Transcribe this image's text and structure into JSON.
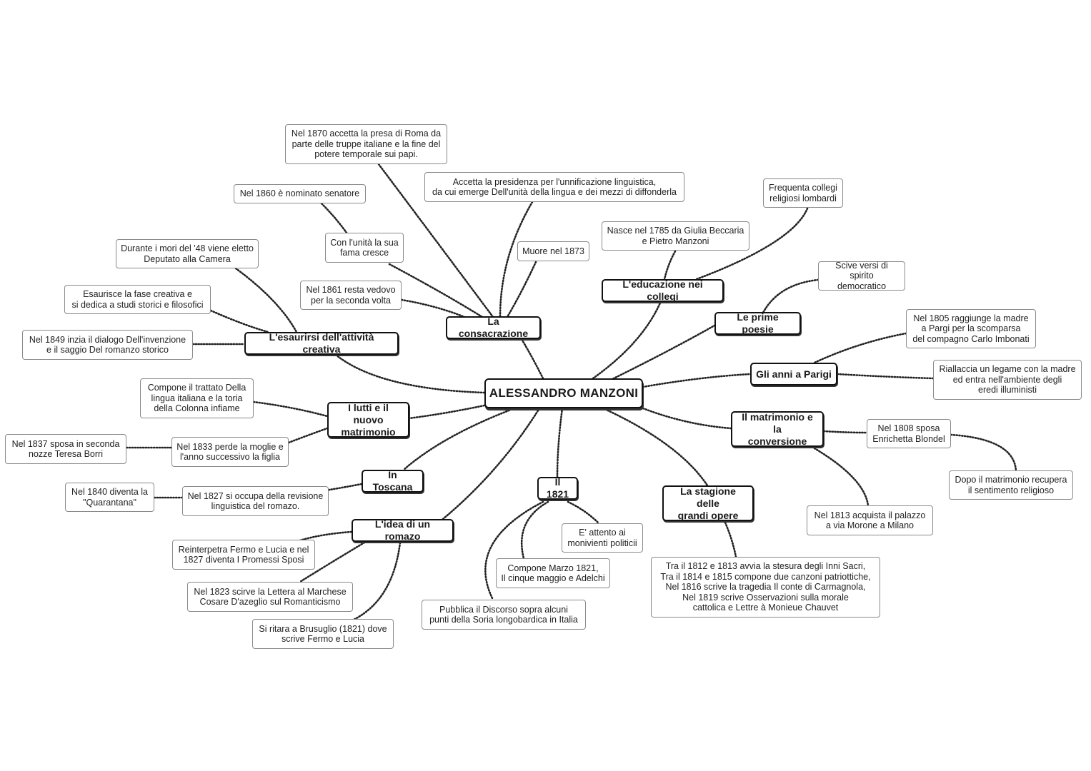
{
  "root": "ALESSANDRO MANZONI",
  "branches": {
    "educazione": "L'educazione nei collegi",
    "prime_poesie": "Le prime poesie",
    "parigi": "Gli anni a Parigi",
    "matrimonio": "Il matrimonio e la\nconversione",
    "stagione": "La stagione delle\ngrandi opere",
    "anno_1821": "Il 1821",
    "idea": "L'idea di un romazo",
    "toscana": "In Toscana",
    "lutti": "I lutti e il nuovo\nmatrimonio",
    "esaurirsi": "L'esaurirsi dell'attività creativa",
    "consacrazione": "La consacrazione"
  },
  "leaves": {
    "nasce": "Nasce nel 1785 da Giulia Beccaria\ne Pietro Manzoni",
    "collegi": "Frequenta collegi\nreligiosi lombardi",
    "versi": "Scive versi di spirito\ndemocratico",
    "madre_parigi": "Nel 1805 raggiunge la madre\na Pargi per la scomparsa\ndel compagno Carlo Imbonati",
    "legame": "Riallaccia un legame con la madre\ned entra nell'ambiente degli\neredi illuministi",
    "sposa_1808": "Nel 1808 sposa\nEnrichetta Blondel",
    "sentimento": "Dopo il matrimonio recupera\nil sentimento religioso",
    "palazzo": "Nel 1813 acquista il palazzo\na via Morone a Milano",
    "inni": "Tra il 1812 e 1813 avvia la stesura degli Inni Sacri,\nTra il 1814 e 1815 compone due canzoni patriottiche,\nNel 1816 scrive la tragedia Il conte di Carmagnola,\nNel 1819 scrive Osservazioni sulla morale\ncattolica e Lettre à Monieue Chauvet",
    "attento": "E' attento ai\nmonivienti politicii",
    "marzo": "Compone Marzo 1821,\nIl cinque maggio e Adelchi",
    "discorso": "Pubblica il Discorso sopra alcuni\npunti della Soria longobardica in Italia",
    "reinterpetra": "Reinterpetra Fermo e Lucia e nel\n1827 diventa I Promessi Sposi",
    "lettera": "Nel 1823 scirve la Lettera al Marchese\nCosare D'azeglio sul Romanticismo",
    "brusuglio": "Si ritara a Brusuglio (1821) dove\nscrive Fermo e Lucia",
    "revisione": "Nel 1827 si occupa della revisione\nlinguistica del romazo.",
    "quarantana": "Nel 1840 diventa la\n\"Quarantana\"",
    "trattato": "Compone il trattato Della\nlingua italiana  e la toria\ndella Colonna infiame",
    "perde": "Nel 1833 perde la moglie e\nl'anno successivo la figlia",
    "borri": "Nel 1837 sposa in seconda\nnozze Teresa Borri",
    "dialogo": "Nel 1849 inzia il dialogo Dell'invenzione\ne il saggio Del romanzo storico",
    "esaurisce": "Esaurisce la fase creativa e\nsi dedica a studi storici e filosofici",
    "deputato": "Durante i mori del '48 viene eletto\nDeputato alla Camera",
    "vedovo": "Nel 1861 resta vedovo\nper la seconda volta",
    "fama": "Con l'unità la sua\nfama cresce",
    "senatore": "Nel 1860 è nominato senatore",
    "roma": "Nel 1870 accetta la presa di Roma da\nparte delle truppe italiane e la fine del\npotere temporale sui papi.",
    "presidenza": "Accetta la presidenza per l'unnificazione linguistica,\nda cui emerge Dell'unità della lingua e dei mezzi di diffonderla",
    "muore": "Muore nel 1873"
  }
}
